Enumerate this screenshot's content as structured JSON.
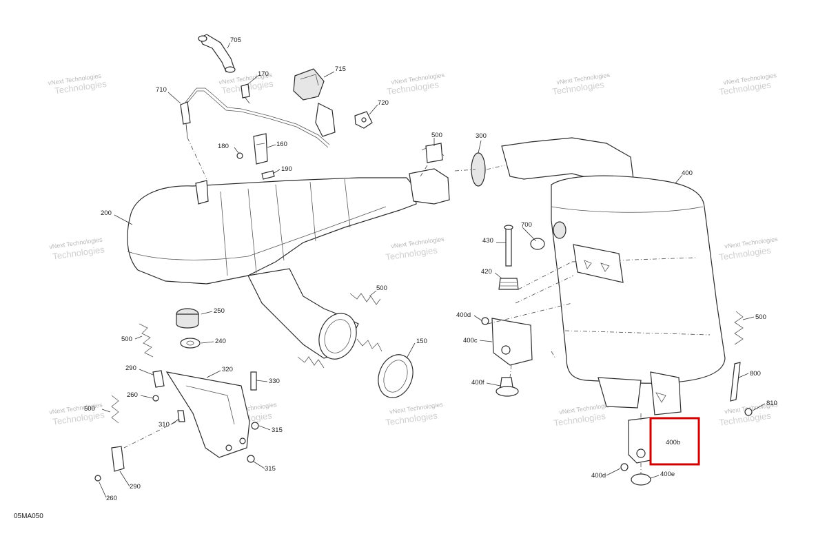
{
  "diagram_code": "05MA050",
  "watermark": {
    "line1": "vNext Technologies",
    "line2": "Technologies"
  },
  "callouts": {
    "c705": "705",
    "c715": "715",
    "c170": "170",
    "c710": "710",
    "c720": "720",
    "c500a": "500",
    "c300": "300",
    "c180": "180",
    "c160": "160",
    "c190": "190",
    "c400": "400",
    "c200": "200",
    "c700": "700",
    "c430": "430",
    "c420": "420",
    "c500b": "500",
    "c250": "250",
    "c400d_a": "400d",
    "c500c": "500",
    "c500d": "500",
    "c240": "240",
    "c400c": "400c",
    "c150": "150",
    "c290a": "290",
    "c320": "320",
    "c400f": "400f",
    "c800": "800",
    "c330": "330",
    "c260a": "260",
    "c500e": "500",
    "c810": "810",
    "c310": "310",
    "c315a": "315",
    "c400b": "400b",
    "c315b": "315",
    "c400d_b": "400d",
    "c400e": "400e",
    "c290b": "290",
    "c260b": "260"
  },
  "highlight": {
    "target": "400b",
    "color": "#d10000"
  }
}
